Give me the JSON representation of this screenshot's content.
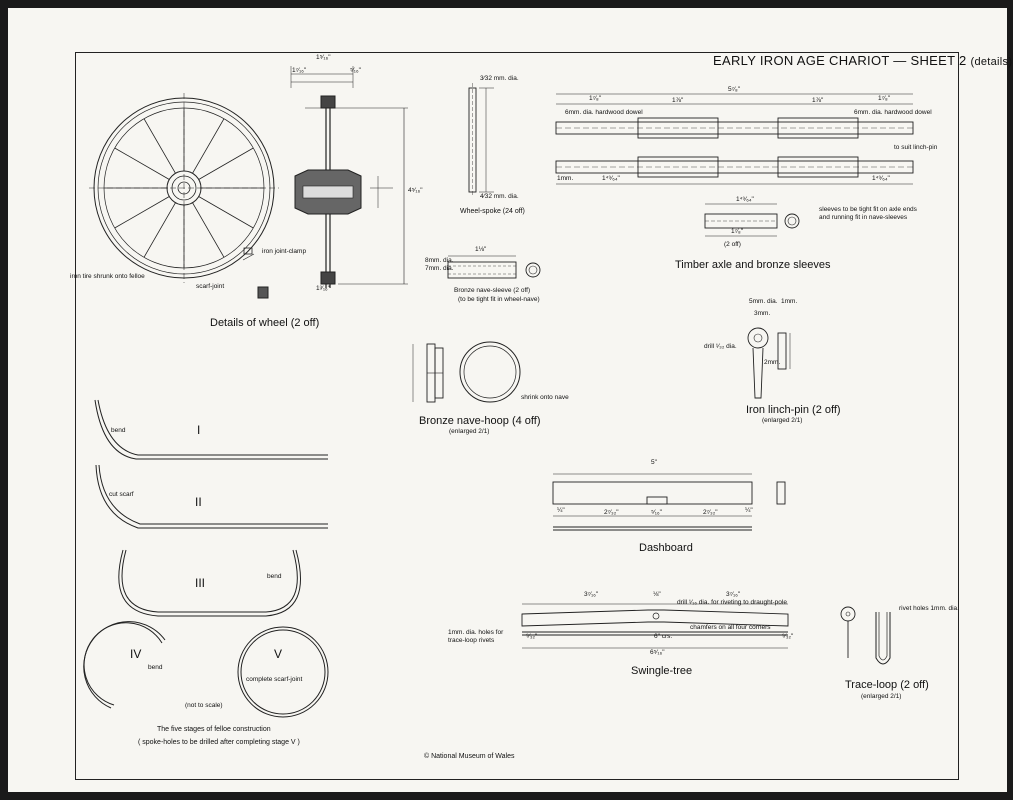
{
  "sheet": {
    "title": "EARLY IRON AGE CHARIOT",
    "sheet_label": "— SHEET 2",
    "sheet_note": "(details)",
    "copyright": "© National Museum of Wales"
  },
  "wheel": {
    "caption": "Details of wheel (2 off)",
    "iron_tire": "iron tire shrunk onto felloe",
    "scarf_joint": "scarf-joint",
    "joint_clamp": "iron joint-clamp",
    "dims": {
      "top": "1⁵⁄₁₆\"",
      "left_top": "1⁷⁄₁₆\"",
      "right_top": "⁵⁄₁₆\"",
      "second": "1³⁄₁₆\"",
      "height": "4⁵⁄₁₆\""
    }
  },
  "spoke": {
    "caption": "Wheel-spoke (24 off)",
    "top_dia": "3⁄32 mm. dia.",
    "bottom_dia": "4⁄32 mm. dia."
  },
  "nave_sleeve": {
    "caption": "Bronze nave-sleeve (2 off)",
    "note": "(to be tight fit in wheel-nave)",
    "length": "1⅛\"",
    "dia1": "8mm. dia.",
    "dia2": "7mm. dia."
  },
  "axle": {
    "caption": "Timber axle and bronze sleeves",
    "dowel_left": "6mm. dia. hardwood dowel",
    "dowel_right": "6mm. dia. hardwood dowel",
    "linch": "to suit linch-pin",
    "sleeve_note_1": "sleeves to be tight fit on axle ends",
    "sleeve_note_2": "and running fit in nave-sleeves",
    "sleeve_count": "(2 off)",
    "dims": {
      "overall": "5⁷⁄₈\"",
      "left": "1⁷⁄₈\"",
      "mid_l": "1⅞\"",
      "mid_r": "1⅞\"",
      "right": "1⁷⁄₈\"",
      "low_l": "1⁴⁹⁄₆₄\"",
      "low_r": "1⁴⁹⁄₆₄\"",
      "mm": "1mm.",
      "sleeve_len": "1⁴⁹⁄₆₄\"",
      "sleeve_total": "1⁷⁄₈\""
    }
  },
  "nave_hoop": {
    "caption": "Bronze nave-hoop (4 off)",
    "scale": "(enlarged 2/1)",
    "shrink": "shrink onto nave"
  },
  "linch_pin": {
    "caption": "Iron linch-pin (2 off)",
    "scale": "(enlarged 2/1)",
    "dims": {
      "a": "5mm. dia.",
      "b": "1mm.",
      "c": "3mm.",
      "d": "2mm.",
      "drill": "drill ¹⁄₃₂ dia."
    }
  },
  "dashboard": {
    "caption": "Dashboard",
    "dims": {
      "overall": "5\"",
      "l": "¼\"",
      "m1": "2⁷⁄₃₂\"",
      "m2": "⁵⁄₁₆\"",
      "m3": "2⁷⁄₃₂\"",
      "r": "¼\""
    }
  },
  "swingle": {
    "caption": "Swingle-tree",
    "holes_1": "1mm. dia. holes for",
    "holes_2": "trace-loop rivets",
    "drill": "drill ¹⁄₁₆ dia. for riveting to draught-pole",
    "chamfer": "chamfers on all four corners",
    "dims": {
      "l": "3⁷⁄₁₆\"",
      "c": "⅛\"",
      "r": "3⁷⁄₁₆\"",
      "crs": "6\" crs.",
      "overall": "6⁵⁄₁₆\"",
      "end_l": "⁹⁄₃₂\"",
      "end_r": "⁹⁄₃₂\""
    }
  },
  "trace_loop": {
    "caption": "Trace-loop (2 off)",
    "scale": "(enlarged 2/1)",
    "rivet": "rivet holes 1mm. dia."
  },
  "felloe": {
    "stages": [
      "I",
      "II",
      "III",
      "IV",
      "V"
    ],
    "bend": "bend",
    "cut_scarf": "cut scarf",
    "complete_scarf": "complete scarf-joint",
    "not_to_scale": "(not to scale)",
    "caption_1": "The five stages of felloe construction",
    "caption_2": "( spoke-holes to be drilled after completing stage V )"
  }
}
